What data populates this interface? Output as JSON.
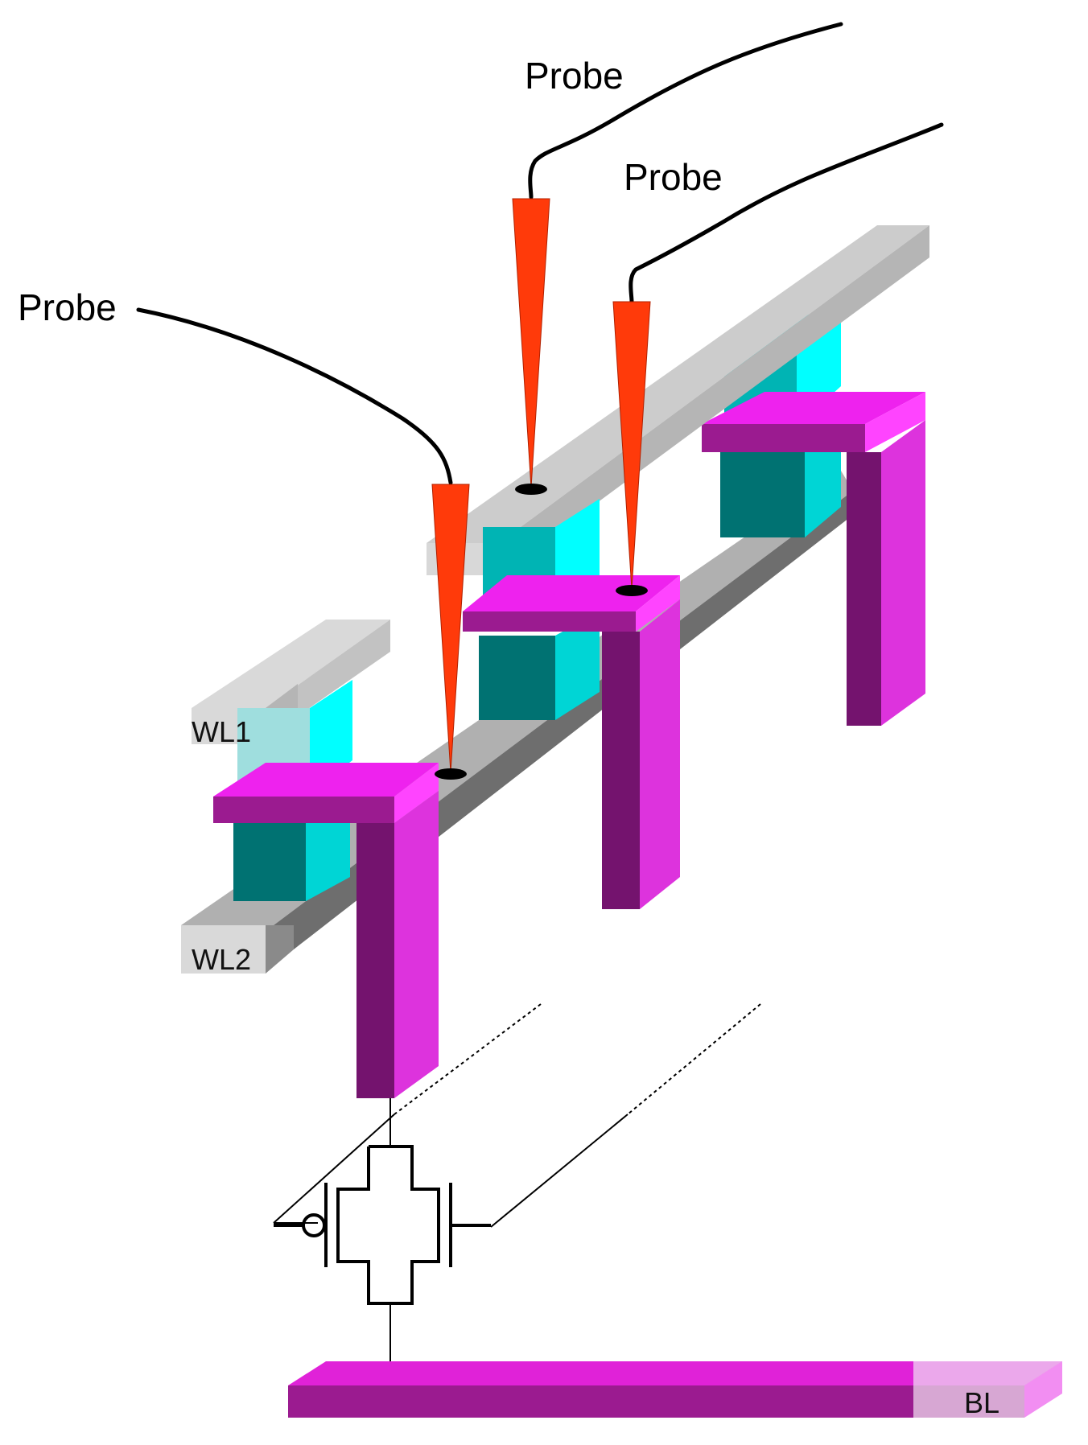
{
  "labels": {
    "probe_left": "Probe",
    "probe_top": "Probe",
    "probe_right": "Probe",
    "wl1": "WL1",
    "wl2": "WL2",
    "bl": "BL"
  },
  "colors": {
    "probe_tip": "#ff3a0a",
    "magenta_top": "#ee22ee",
    "magenta_face": "#9b1b90",
    "magenta_side": "#dd33dd",
    "magenta_dark": "#74136e",
    "cyan_light": "#00ffff",
    "cyan_mid": "#00d5d5",
    "cyan_dark": "#007272",
    "teal": "#00b4b4",
    "gray_light": "#e0e0e0",
    "gray_mid": "#b8b8b8",
    "gray_dark": "#777777"
  },
  "icons": [
    "probe-needle-icon",
    "transistor-symbol-icon"
  ]
}
